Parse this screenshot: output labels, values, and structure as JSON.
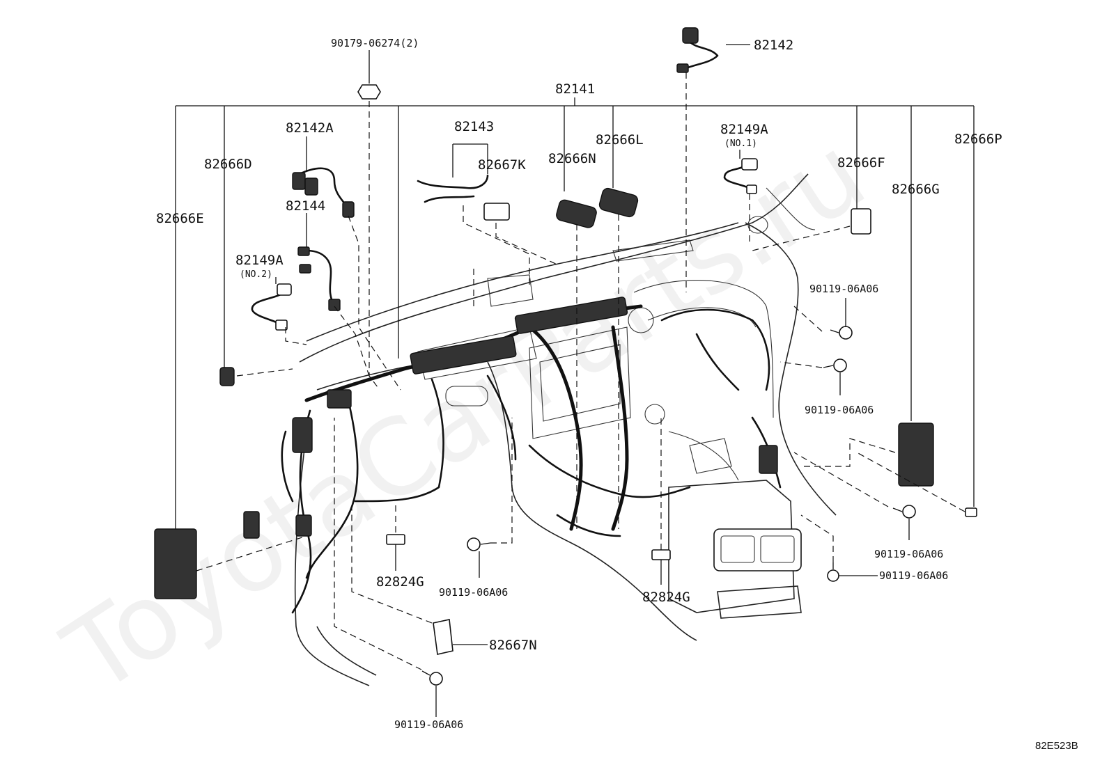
{
  "diagram": {
    "watermark": "ToyotaCarParts.ru",
    "drawing_code": "82E523B",
    "callouts": {
      "p82142": "82142",
      "p90179": "90179-06274(2)",
      "p82141": "82141",
      "p82142a": "82142A",
      "p82143": "82143",
      "p82667k": "82667K",
      "p82666l": "82666L",
      "p82666n": "82666N",
      "p82149a_no1": "82149A",
      "note_no1": "(NO.1)",
      "p82666f": "82666F",
      "p82666p": "82666P",
      "p82666g": "82666G",
      "p82666d": "82666D",
      "p82666e": "82666E",
      "p82144": "82144",
      "p82149a_no2": "82149A",
      "note_no2": "(NO.2)",
      "bolt_r1": "90119-06A06",
      "bolt_r2": "90119-06A06",
      "bolt_r3": "90119-06A06",
      "bolt_r4": "90119-06A06",
      "bolt_mid": "90119-06A06",
      "bolt_bottom": "90119-06A06",
      "p82824g_left": "82824G",
      "p82824g_right": "82824G",
      "p82667n": "82667N"
    }
  }
}
